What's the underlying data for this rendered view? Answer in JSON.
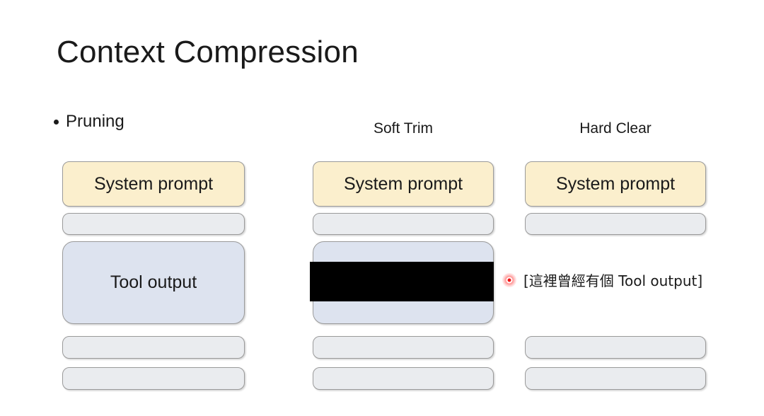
{
  "slide": {
    "title": "Context Compression",
    "bullet": {
      "marker": "bullet-dot",
      "label": "Pruning"
    }
  },
  "columns": [
    {
      "id": "baseline",
      "header": "",
      "boxes": [
        {
          "kind": "cream",
          "label": "System prompt"
        },
        {
          "kind": "grey",
          "label": ""
        },
        {
          "kind": "blue",
          "label": "Tool output"
        },
        {
          "kind": "grey",
          "label": ""
        },
        {
          "kind": "grey",
          "label": ""
        }
      ]
    },
    {
      "id": "soft-trim",
      "header": "Soft Trim",
      "boxes": [
        {
          "kind": "cream",
          "label": "System prompt"
        },
        {
          "kind": "grey",
          "label": ""
        },
        {
          "kind": "blue",
          "label": ""
        },
        {
          "kind": "grey",
          "label": ""
        },
        {
          "kind": "grey",
          "label": ""
        }
      ],
      "redaction": true
    },
    {
      "id": "hard-clear",
      "header": "Hard Clear",
      "boxes": [
        {
          "kind": "cream",
          "label": "System prompt"
        },
        {
          "kind": "grey",
          "label": ""
        },
        {
          "kind": "grey",
          "label": ""
        },
        {
          "kind": "grey",
          "label": ""
        }
      ]
    }
  ],
  "annotation": {
    "text": "[這裡曾經有個 Tool output]",
    "pointer": "laser-pointer-dot"
  },
  "colors": {
    "cream": "#fbefcd",
    "grey": "#eaecef",
    "blue": "#dde3ef",
    "border": "#9a9a9a",
    "redaction": "#000000",
    "laser": "#f01212",
    "text": "#1a1a1a",
    "background": "#ffffff"
  }
}
